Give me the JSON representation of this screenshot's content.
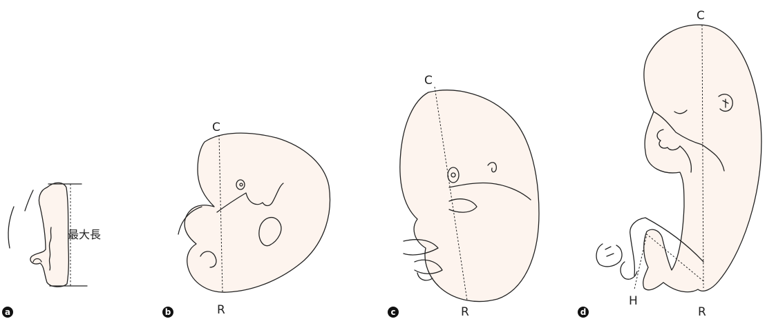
{
  "panels": [
    {
      "id": "a",
      "badge": "a",
      "measure_label": "最大長"
    },
    {
      "id": "b",
      "badge": "b",
      "top_label": "C",
      "bottom_label": "R"
    },
    {
      "id": "c",
      "badge": "c",
      "top_label": "C",
      "bottom_label": "R"
    },
    {
      "id": "d",
      "badge": "d",
      "top_label": "C",
      "bottom_label": "R",
      "heel_label": "H"
    }
  ],
  "colors": {
    "skin": "#fdf4ee",
    "outline": "#222222"
  }
}
